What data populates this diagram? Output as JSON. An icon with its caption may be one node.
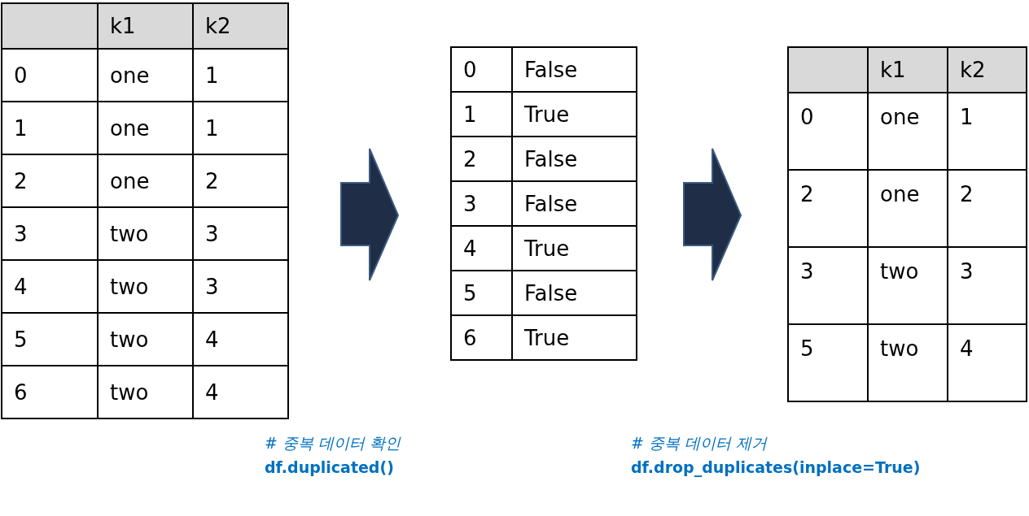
{
  "diagram": {
    "nodes": [
      {
        "text": [
          "k1",
          "k2",
          "0",
          "one",
          "1",
          "1",
          "one",
          "1",
          "2",
          "one",
          "2",
          "3",
          "two",
          "3",
          "4",
          "two",
          "3",
          "5",
          "two",
          "4",
          "6",
          "two",
          "4"
        ]
      },
      {
        "text": [
          "0",
          "False",
          "1",
          "True",
          "2",
          "False",
          "3",
          "False",
          "4",
          "True",
          "5",
          "False",
          "6",
          "True"
        ]
      },
      {
        "text": [
          "k1",
          "k2",
          "0",
          "one",
          "1",
          "2",
          "one",
          "2",
          "3",
          "two",
          "3",
          "5",
          "two",
          "4"
        ]
      }
    ],
    "edges": [
      {
        "from": 0,
        "to": 1,
        "arrow": "to"
      },
      {
        "from": 1,
        "to": 2,
        "arrow": "to"
      }
    ],
    "labels": [
      "# 중복 데이터 확인",
      "df.duplicated()",
      "# 중복 데이터 제거",
      "df.drop_duplicates(inplace=True)"
    ]
  }
}
